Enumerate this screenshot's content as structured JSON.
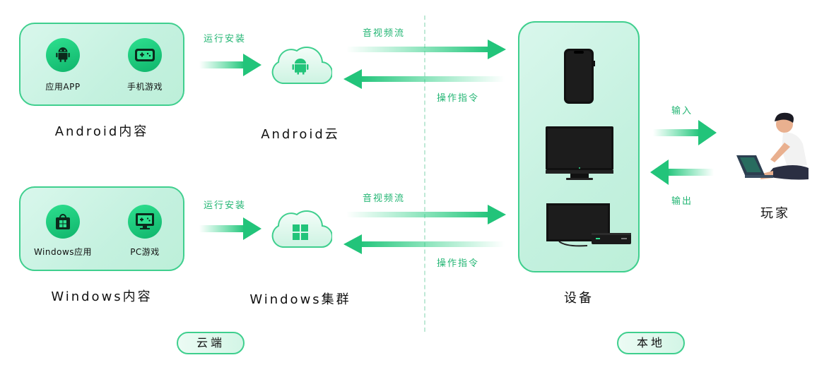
{
  "nodes": {
    "android_content": {
      "label": "Android内容",
      "apps": [
        {
          "label": "应用APP",
          "icon": "android-icon"
        },
        {
          "label": "手机游戏",
          "icon": "gamepad-icon"
        }
      ]
    },
    "windows_content": {
      "label": "Windows内容",
      "apps": [
        {
          "label": "Windows应用",
          "icon": "windows-store-icon"
        },
        {
          "label": "PC游戏",
          "icon": "pc-game-icon"
        }
      ]
    },
    "android_cloud": {
      "label": "Android云",
      "icon": "android-icon"
    },
    "windows_cluster": {
      "label": "Windows集群",
      "icon": "windows-icon"
    },
    "devices": {
      "label": "设备",
      "items": [
        "smartphone-icon",
        "monitor-icon",
        "tv-box-icon"
      ]
    },
    "player": {
      "label": "玩家",
      "icon": "player-with-laptop-icon"
    }
  },
  "edges": {
    "run_install_android": "运行安装",
    "run_install_windows": "运行安装",
    "av_stream_android": "音视频流",
    "ops_android": "操作指令",
    "av_stream_windows": "音视频流",
    "ops_windows": "操作指令",
    "input": "输入",
    "output": "输出"
  },
  "zones": {
    "cloud": "云端",
    "local": "本地"
  },
  "colors": {
    "accent": "#22c47a",
    "panel_border": "#3fcf8e"
  }
}
